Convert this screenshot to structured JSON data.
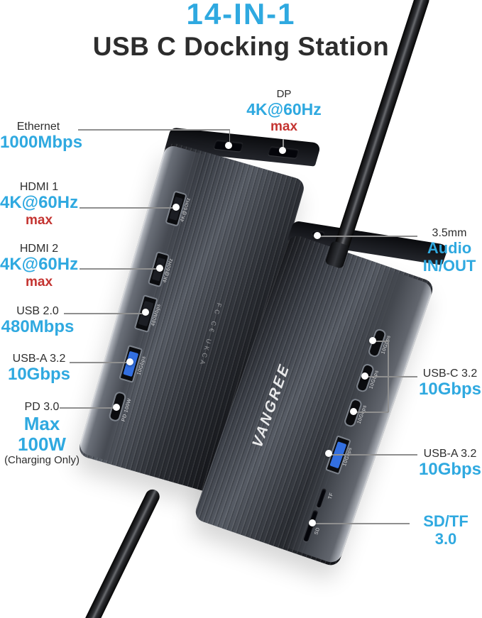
{
  "title": {
    "line1": "14-IN-1",
    "line2": "USB C Docking Station"
  },
  "brand": "VANGREE",
  "certifications": "FC C€ UKCA",
  "colors": {
    "accent_blue": "#2FA9E0",
    "accent_red": "#C43431",
    "text_dark": "#2D2D2D",
    "leader_gray": "#8F8F8F"
  },
  "callouts": {
    "dp": {
      "title": "DP",
      "speed": "4K@60Hz",
      "note": "max"
    },
    "ethernet": {
      "title": "Ethernet",
      "speed": "1000Mbps"
    },
    "hdmi1": {
      "title": "HDMI 1",
      "speed": "4K@60Hz",
      "note": "max"
    },
    "hdmi2": {
      "title": "HDMI 2",
      "speed": "4K@60Hz",
      "note": "max"
    },
    "usb20": {
      "title": "USB 2.0",
      "speed": "480Mbps"
    },
    "usba_left": {
      "title": "USB-A 3.2",
      "speed": "10Gbps"
    },
    "pd": {
      "title": "PD 3.0",
      "speed": "Max 100W",
      "note": "(Charging Only)"
    },
    "audio": {
      "title": "3.5mm",
      "speed": "Audio",
      "speed2": "IN/OUT"
    },
    "usbc_right": {
      "title": "USB-C 3.2",
      "speed": "10Gbps"
    },
    "usba_right": {
      "title": "USB-A 3.2",
      "speed": "10Gbps"
    },
    "sdtf": {
      "title": "SD/TF 3.0"
    }
  },
  "port_engravings": {
    "hdmi": "4K@60Hz",
    "usb20": "480Mbps",
    "usba": "10Gbps",
    "pd": "PD 100W",
    "usbc": "10Gbps",
    "tf": "TF",
    "sd": "SD"
  }
}
